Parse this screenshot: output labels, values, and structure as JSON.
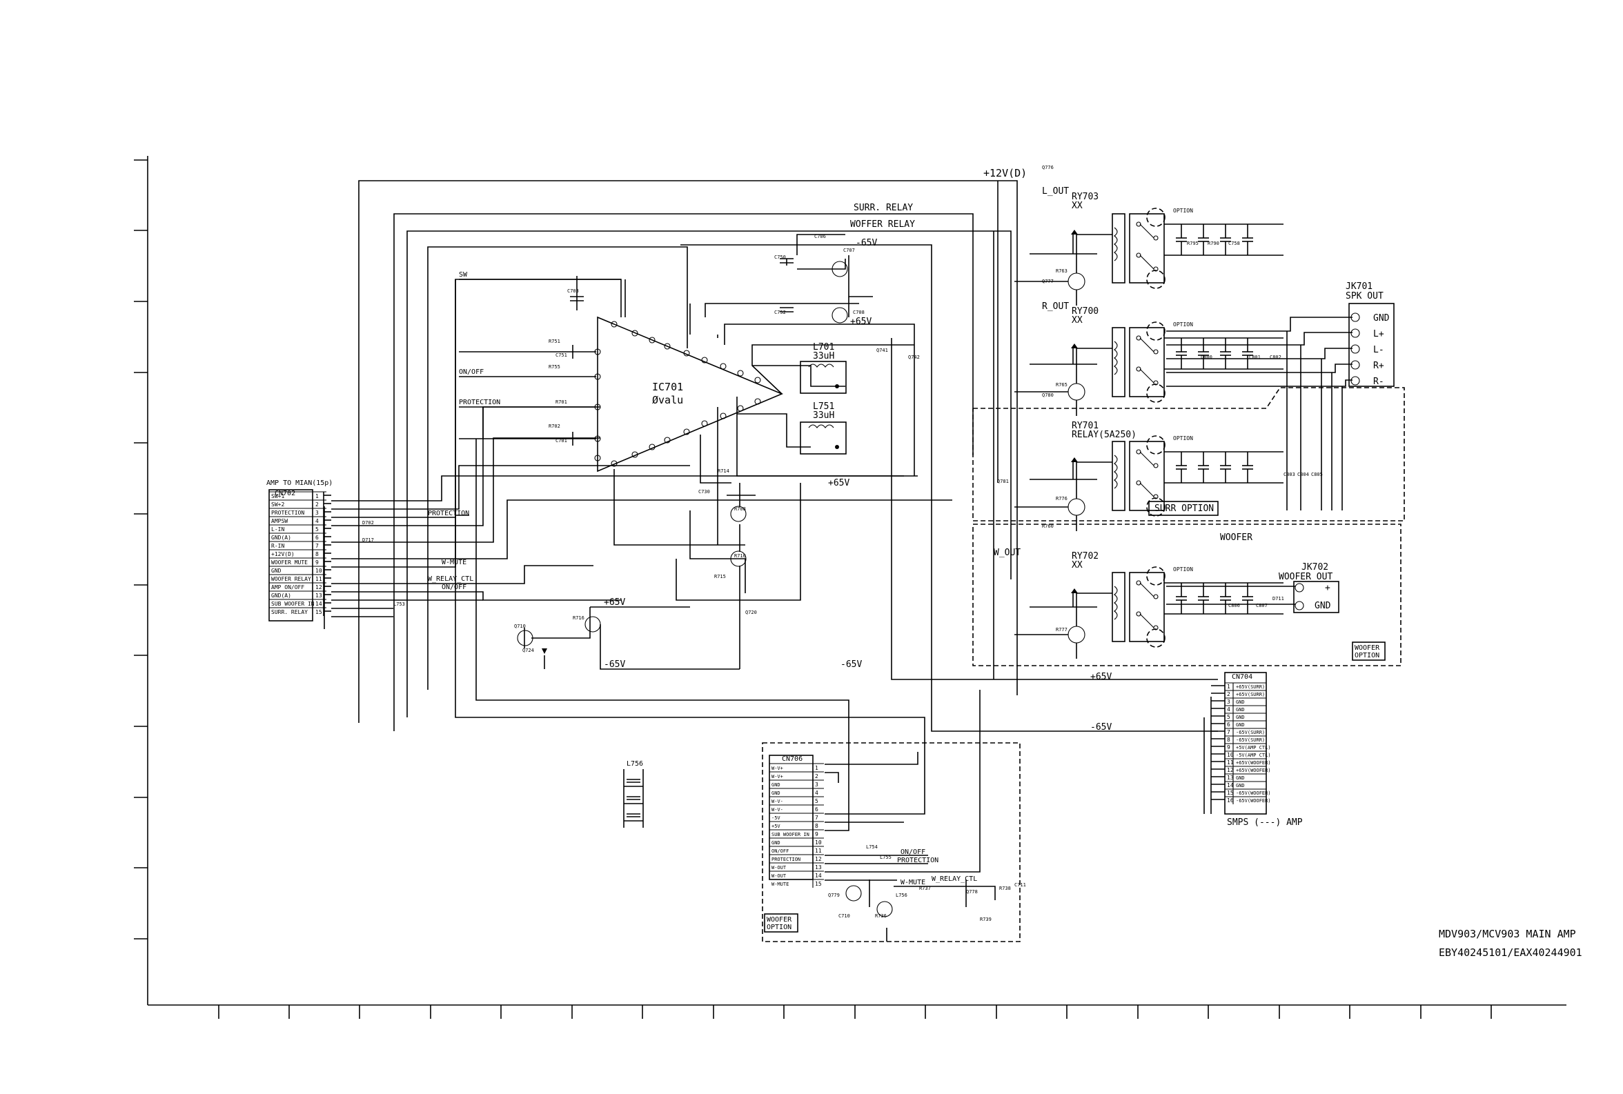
{
  "title_block": {
    "line1": "MDV903/MCV903 MAIN AMP",
    "line2": "EBY40245101/EAX40244901"
  },
  "ic": {
    "ref": "IC701",
    "value": "Øvalu"
  },
  "rails": {
    "v12": "+12V(D)",
    "pos65": "+65V",
    "neg65": "-65V"
  },
  "net_labels": {
    "surr_relay": "SURR. RELAY",
    "woofer_relay": "WOFFER RELAY",
    "l_out": "L_OUT",
    "r_out": "R_OUT",
    "w_out": "W_OUT",
    "protection": "PROTECTION",
    "on_off": "ON/OFF",
    "w_mute": "W-MUTE",
    "w_relay_ctl": "W_RELAY_CTL",
    "option": "OPTION"
  },
  "inductors": [
    {
      "ref": "L701",
      "value": "33uH"
    },
    {
      "ref": "L751",
      "value": "33uH"
    }
  ],
  "relays": [
    {
      "ref": "RY703",
      "value": "XX"
    },
    {
      "ref": "RY700",
      "value": "XX"
    },
    {
      "ref": "RY701",
      "value": "RELAY(5A250)"
    },
    {
      "ref": "RY702",
      "value": "XX"
    }
  ],
  "option_boxes": {
    "surr": "SURR OPTION",
    "woofer_title": "WOOFER",
    "woofer_l1": "WOOFER",
    "woofer_l2": "OPTION",
    "cn_l1": "WOOFER",
    "cn_l2": "OPTION"
  },
  "jk701": {
    "ref": "JK701",
    "name": "SPK OUT",
    "pins": [
      "GND",
      "L+",
      "L-",
      "R+",
      "R-"
    ]
  },
  "jk702": {
    "ref": "JK702",
    "name": "WOOFER OUT",
    "pins": [
      "+",
      "GND"
    ]
  },
  "cn702": {
    "title": "AMP TO MIAN(15p)",
    "ref": "CN702",
    "pins": [
      "SW+1",
      "SW+2",
      "PROTECTION",
      "AMPSW",
      "L-IN",
      "GND(A)",
      "R-IN",
      "+12V(D)",
      "WOOFER MUTE",
      "GND",
      "WOOFER RELAY",
      "AMP ON/OFF",
      "GND(A)",
      "SUB WOOFER IN",
      "SURR. RELAY"
    ]
  },
  "cn704": {
    "ref": "CN704",
    "caption": "SMPS (---) AMP",
    "pins": [
      "+65V(SURR)",
      "+65V(SURR)",
      "GND",
      "GND",
      "GND",
      "GND",
      "-65V(SURR)",
      "-65V(SURR)",
      "+5V(AMP CTL)",
      "-5V(AMP CTL)",
      "+65V(WOOFER)",
      "+65V(WOOFER)",
      "GND",
      "GND",
      "-65V(WOOFER)",
      "-65V(WOOFER)"
    ]
  },
  "cn706": {
    "ref": "CN706",
    "pins": [
      "W-V+",
      "W-V+",
      "GND",
      "GND",
      "W-V-",
      "W-V-",
      "-5V",
      "+5V",
      "SUB WOOFER IN",
      "GND",
      "ON/OFF",
      "PROTECTION",
      "W-OUT",
      "W-OUT",
      "W-MUTE"
    ]
  },
  "components": [
    "R751",
    "C751",
    "R755",
    "R701",
    "R702",
    "C701",
    "C703",
    "C730",
    "C750",
    "C752",
    "C706",
    "C707",
    "C708",
    "R708",
    "R710",
    "R714",
    "R715",
    "R716",
    "Q720",
    "Q710",
    "Q724",
    "Q741",
    "Q742",
    "Q781",
    "Q776",
    "Q777",
    "Q780",
    "R760",
    "R763",
    "R765",
    "R776",
    "R777",
    "R795",
    "R790",
    "C758",
    "C800",
    "C801",
    "C802",
    "C803",
    "C804",
    "C805",
    "C806",
    "C807",
    "D711",
    "D702",
    "D717",
    "L753",
    "L754",
    "L755",
    "L756",
    "R736",
    "R737",
    "R738",
    "R739",
    "Q778",
    "Q779",
    "C710",
    "C711"
  ]
}
